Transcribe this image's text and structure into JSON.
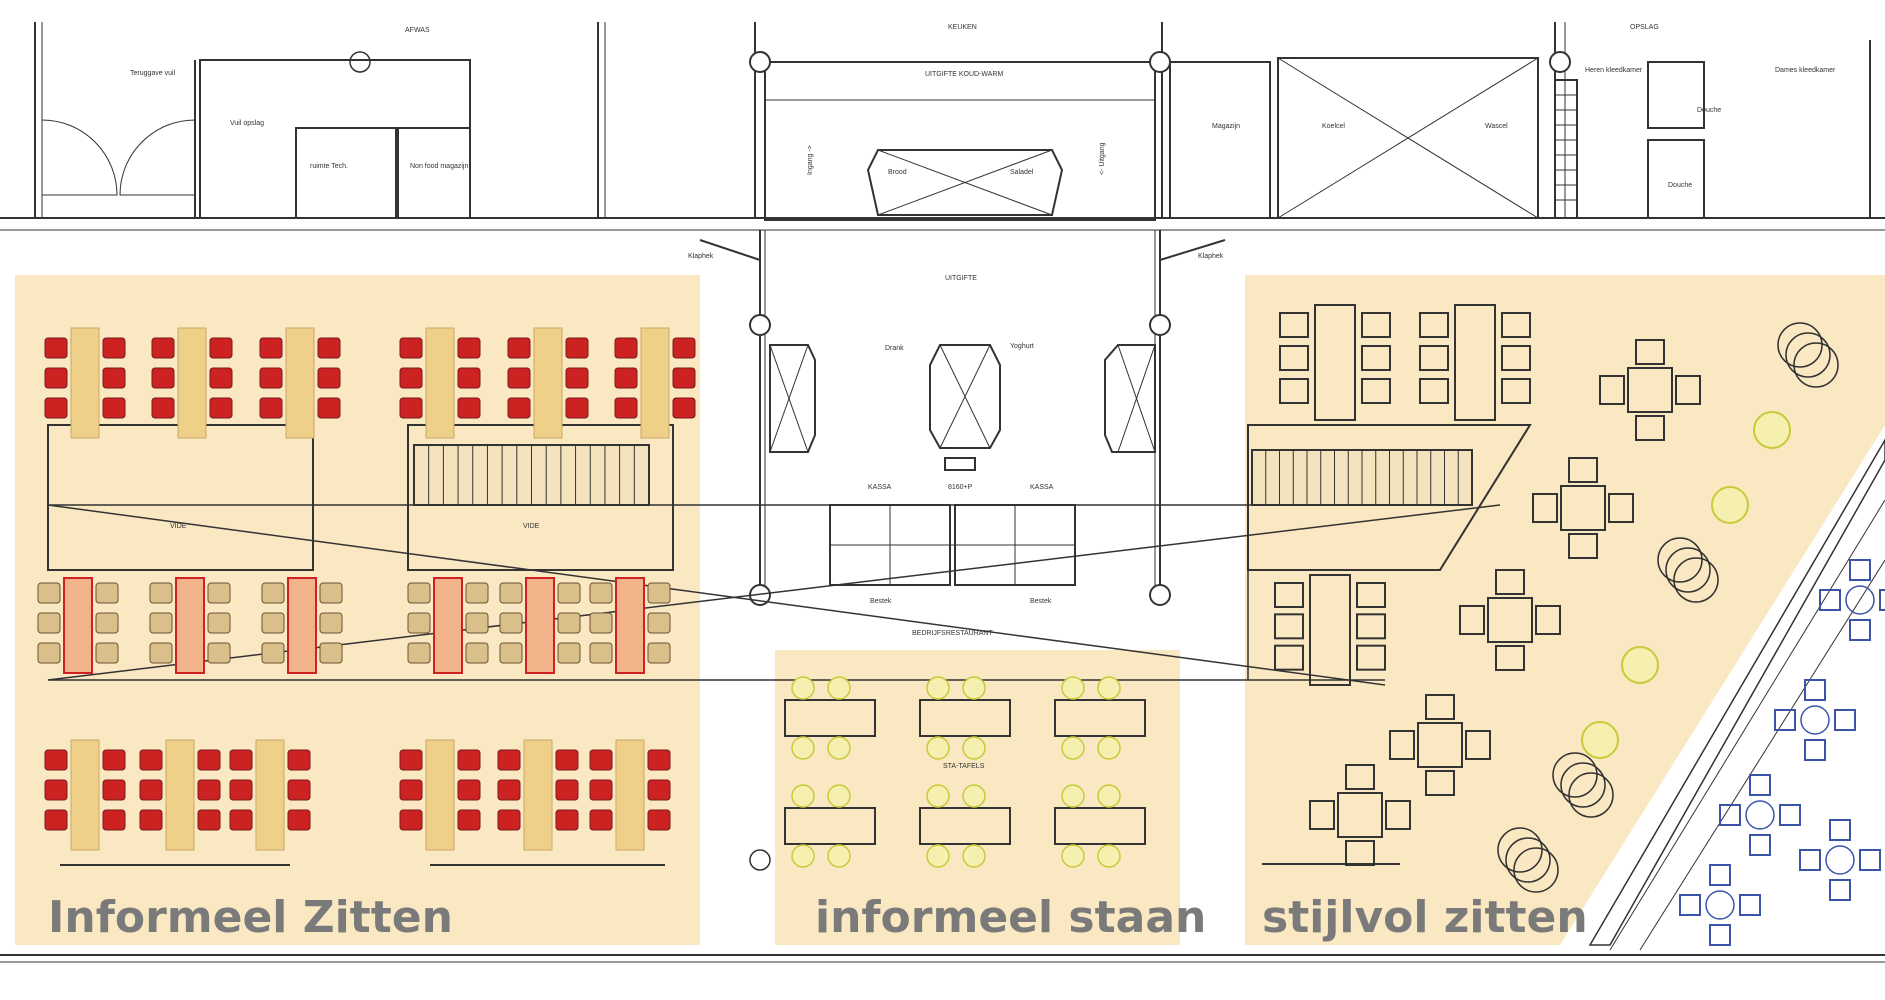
{
  "rooms": {
    "afwas": "AFWAS",
    "keuken": "KEUKEN",
    "opslag": "OPSLAG",
    "terug_vuil": "Teruggave vuil",
    "vuil_opslag": "Vuil opslag",
    "ruimte_tech": "ruimte Tech.",
    "non_food": "Non food magazijn",
    "uitgifte_koud_warm": "UITGIFTE KOUD-WARM",
    "ingang": "Ingang ->",
    "uitgang": "<- Uitgang",
    "brood": "Brood",
    "saladel": "Saladel",
    "magazijn": "Magazijn",
    "koelcel": "Koelcel",
    "wascel": "Wascel",
    "heren": "Heren kleedkamer",
    "dames": "Dames kleedkamer",
    "douche": "Douche"
  },
  "servery": {
    "klaphek_left": "Klaphek",
    "klaphek_right": "Klaphek",
    "uitgifte": "UITGIFTE",
    "drank": "Drank",
    "yoghurt": "Yoghurt",
    "kassa_left": "KASSA",
    "kassa_right": "KASSA",
    "code": "8160+P",
    "bestek_left": "Bestek",
    "bestek_right": "Bestek",
    "bedrijfsrestaurant": "BEDRIJFSRESTAURANT"
  },
  "vide_left": "VIDE",
  "vide_mid": "VIDE",
  "sta_tafels": "STA-TAFELS",
  "zones": [
    {
      "label": "Informeel Zitten",
      "fill": "#f9e8c2"
    },
    {
      "label": "informeel staan",
      "fill": "#f9e8c2"
    },
    {
      "label": "stijlvol zitten",
      "fill": "#f9e8c2"
    }
  ],
  "colors": {
    "zone": "#f9e8c2",
    "chair_red": "#cc2222",
    "table_tan": "#efd089",
    "line": "#333333",
    "yellow_chair": "#c9c93a",
    "blue_furniture": "#3a55a8",
    "label_gray": "#7a7a7a"
  }
}
